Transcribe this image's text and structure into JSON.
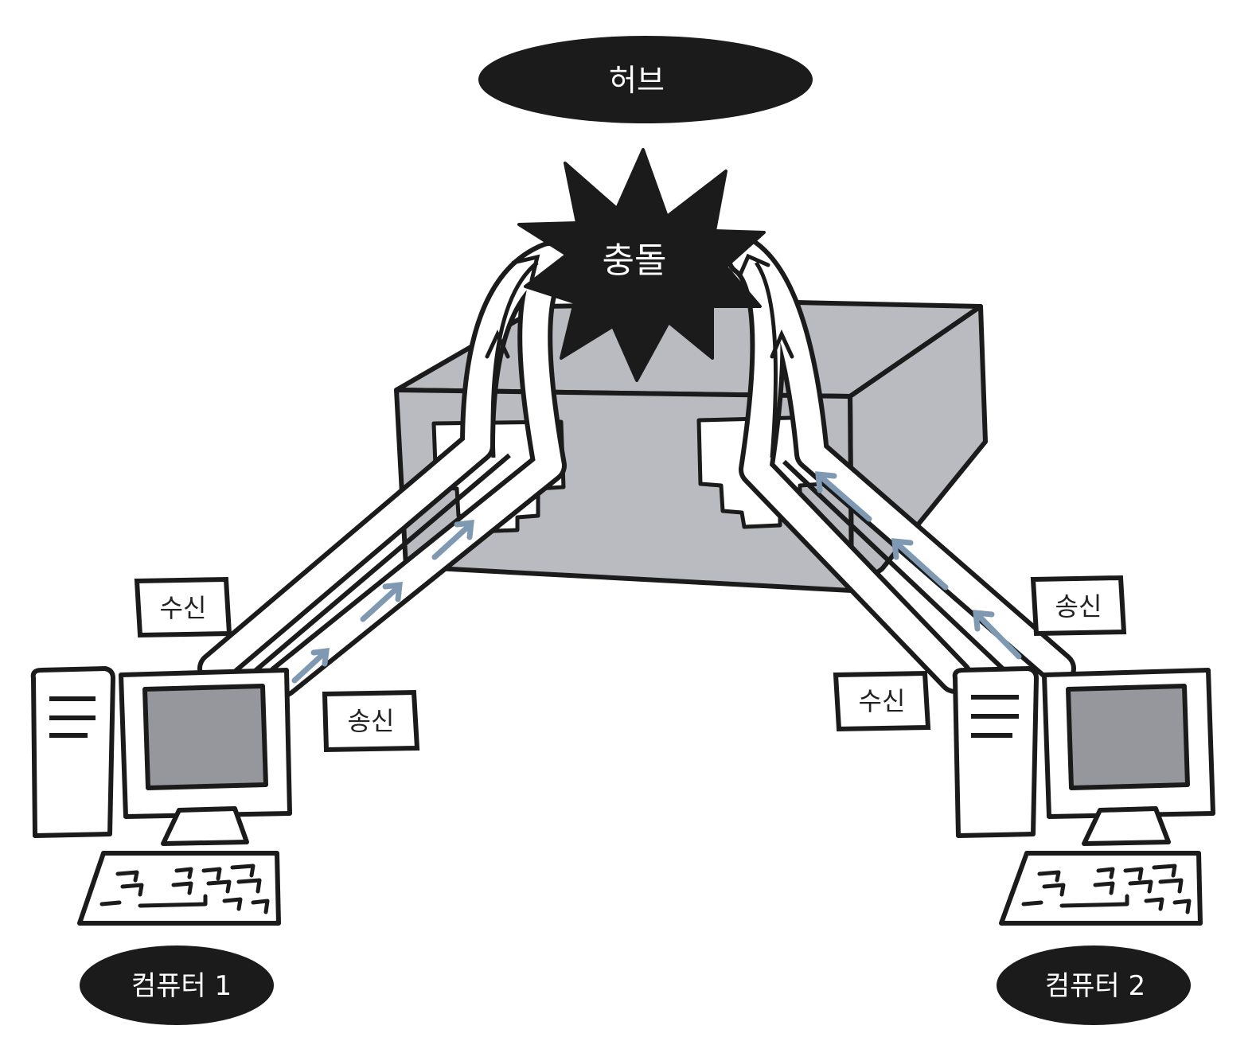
{
  "hub": {
    "label": "허브"
  },
  "collision": {
    "label": "충돌"
  },
  "computer1": {
    "name": "컴퓨터 1",
    "receive_label": "수신",
    "send_label": "송신"
  },
  "computer2": {
    "name": "컴퓨터 2",
    "receive_label": "수신",
    "send_label": "송신"
  },
  "colors": {
    "hub_body": "#b9bbc0",
    "screen": "#96979c",
    "ink": "#1b1b1b",
    "signal_arrow": "#7f99b2",
    "label_fill": "#ffffff"
  },
  "icons": [
    "hub-box",
    "collision-burst",
    "desktop-computer",
    "keyboard",
    "tower-case",
    "signal-arrow"
  ]
}
